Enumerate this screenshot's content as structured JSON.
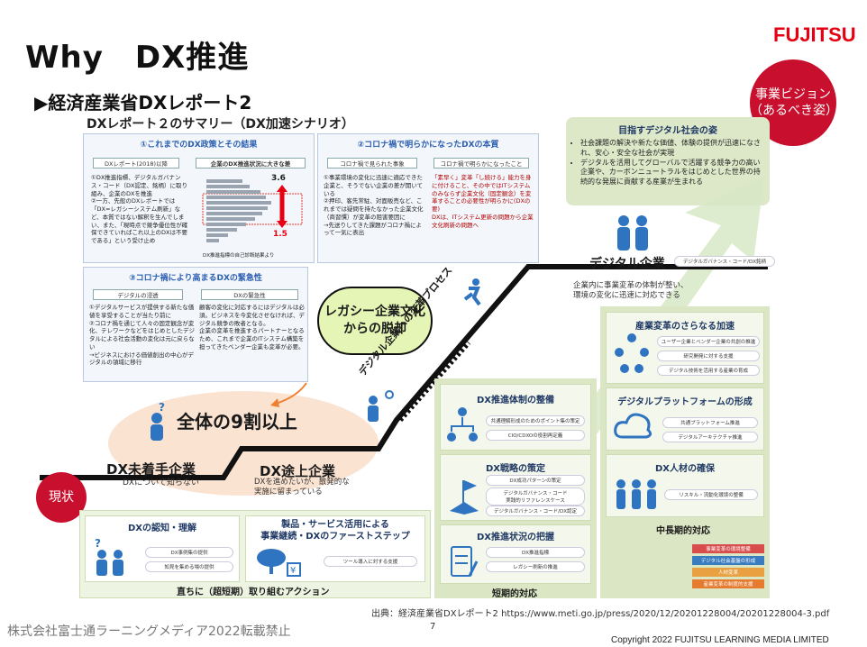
{
  "header": {
    "title": "Why　DX推進",
    "logo": "FUJITSU",
    "subtitle": "▶経済産業省DXレポート2"
  },
  "vision_bubble": "事業ビジョン\n（あるべき姿）",
  "current_bubble": "現状",
  "summary": {
    "title": "DXレポート２のサマリー（DX加速シナリオ）",
    "panel1": {
      "head": "①これまでのDX政策とその結果",
      "tag_left": "DXレポート(2018)以降",
      "tag_right": "企業のDX推進状況に大きな差",
      "text": "①DX推進指標、デジタルガバナンス・コード（DX認定、銘柄）に取り組み、企業のDXを推進\n②一方、先般のDXレポートでは「DX=レガシーシステム刷新」など、本質ではない解釈を生んでしまい、また、「現時点で競争優位性が確保できていればこれ以上のDXは不要である」という受け止め",
      "value_high": "3.6",
      "value_low": "1.5",
      "chart_caption": "DX推進指標の自己診断結果より"
    },
    "panel2": {
      "head": "②コロナ禍で明らかになったDXの本質",
      "tag_left": "コロナ禍で見られた事象",
      "tag_right": "コロナ禍で明らかになったこと",
      "text_left": "①事業環境の変化に迅速に適応できた企業と、そうでない企業の差が開いている\n②押印、客先常駐、対面販売など、これまでは疑問を持たなかった企業文化（商習慣）が変革の阻害要因に\n→先送りしてきた課題がコロナ禍によって一気に表出",
      "text_right": "「素早く」変革「し続ける」能力を身に付けること、その中ではITシステムのみならず企業文化（固定観念）を変革することの必要性が明らかに(DXの要)\nDXは、ITシステム更新の問題から企業文化刷新の問題へ"
    },
    "panel3": {
      "head": "③コロナ禍により高まるDXの緊急性",
      "tag_left": "デジタルの浸透",
      "tag_right": "DXの緊急性",
      "text_left": "①デジタルサービスが提供する新たな価値を享受することが当たり前に\n②コロナ禍を通じて人々の固定観念が変化、テレワークなどをはじめとしたデジタルによる社会活動の変化は元に戻らない\n→ビジネスにおける価値創出の中心がデジタルの領域に移行",
      "text_right": "顧客の変化に対応するにはデジタルは必須。ビジネスを今変化させなければ、デジタル競争の敗者となる。\n企業の変革を推進するパートナーとなるため、これまで企業のITシステム構築を担ってきたベンダー企業も変革が必要。"
    }
  },
  "legacy_cloud": "レガシー企業文化\nからの脱却",
  "over90": "全体の9割以上",
  "stages": {
    "not_started": {
      "title": "DX未着手企業",
      "desc": "DXについて知らない"
    },
    "in_progress": {
      "title": "DX途上企業",
      "desc": "DXを進めたいが、散発的な\n実施に留まっている"
    },
    "digital": {
      "title": "デジタル企業",
      "tag": "デジタルガバナンス・コード/DX銘柄",
      "desc": "企業内に事業変革の体制が整い、\n環境の変化に迅速に対応できる"
    }
  },
  "process_label": "デジタル企業への変革プロセス",
  "society": {
    "title": "目指すデジタル社会の姿",
    "bullets": [
      "社会課題の解決や新たな価値、体験の提供が迅速になされ、安心・安全な社会が実現",
      "デジタルを活用してグローバルで活躍する競争力の高い企業や、カーボンニュートラルをはじめとした世界の持続的な発展に貢献する産業が生まれる"
    ]
  },
  "immediate": {
    "box1": {
      "title": "DXの認知・理解",
      "items": [
        "DX事例集の提供",
        "知見を集める場の提供"
      ]
    },
    "box2": {
      "title": "製品・サービス活用による\n事業継続・DXのファーストステップ",
      "items": [
        "ツール導入に対する支援"
      ]
    },
    "label": "直ちに（超短期）取り組むアクション"
  },
  "short_term": {
    "box1": {
      "title": "DX推進体制の整備",
      "items": [
        "共通理解形成のためのポイント集の策定",
        "CIO/CDXOの役割再定義"
      ]
    },
    "box2": {
      "title": "DX戦略の策定",
      "items": [
        "DX成功パターンの策定",
        "デジタルガバナンス・コード\n実践的リファレンスケース",
        "デジタルガバナンス・コード/DX認定"
      ]
    },
    "box3": {
      "title": "DX推進状況の把握",
      "items": [
        "DX推進指標",
        "レガシー刷新の推進"
      ]
    },
    "label": "短期的対応"
  },
  "mid_term": {
    "box1": {
      "title": "産業変革のさらなる加速",
      "items": [
        "ユーザー企業とベンダー企業の共創の推進",
        "研究開発に対する支援",
        "デジタル技術を活用する産業の育成"
      ]
    },
    "box2": {
      "title": "デジタルプラットフォームの形成",
      "items": [
        "共通プラットフォーム推進",
        "デジタルアーキテクチャ推進"
      ]
    },
    "box3": {
      "title": "DX人材の確保",
      "items": [
        "リスキル・流動化環境の整備"
      ]
    },
    "label": "中長期的対応",
    "legend": [
      "事業変革の環境整備",
      "デジタル社会基盤の形成",
      "人材変革",
      "産業変革の制度的支援"
    ]
  },
  "source": "出典：経済産業省DXレポート2  https://www.meti.go.jp/press/2020/12/20201228004/20201228004-3.pdf",
  "page_number": "7",
  "footer_left": "株式会社富士通ラーニングメディア2022転載禁止",
  "copyright": "Copyright 2022 FUJITSU LEARNING MEDIA LIMITED",
  "colors": {
    "accent_red": "#c8102e",
    "logo_red": "#e60012",
    "panel_blue": "#2a5db0",
    "green_bg": "#eef4e2"
  }
}
